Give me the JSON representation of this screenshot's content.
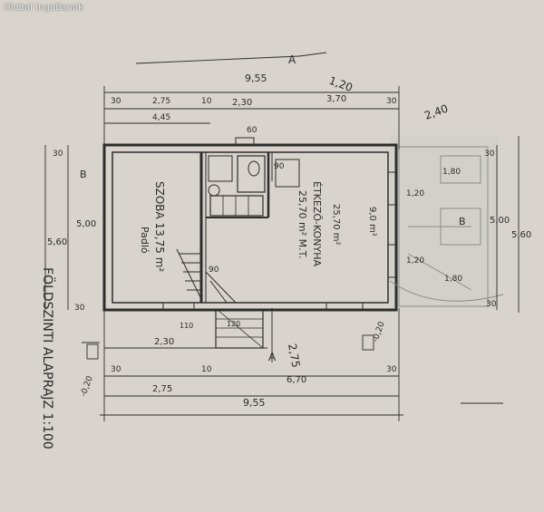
{
  "watermark": "Global Ingatlanok",
  "title": "FÖLDSZINTI ALAPRAJZ 1:100",
  "rooms": {
    "szoba": "SZOBA 13,75 m²",
    "szoba_floor": "Padló",
    "etkezo": "ÉTKEZŐ-KONYHA",
    "etkezo_area": "25,70 m² M.T.",
    "area_mark": "25,70 m²",
    "right_room_area": "9,0 m²"
  },
  "dims": {
    "top_total": "9,55",
    "top_30a": "30",
    "top_275": "2,75",
    "top_10": "10",
    "top_230": "2,30",
    "top_370": "3,70",
    "top_30b": "30",
    "top_445": "4,45",
    "top_60": "60",
    "top_90": "90",
    "left_30": "30",
    "left_500": "5,00",
    "left_560": "5,60",
    "left_30b": "30",
    "right_30": "30",
    "right_500": "5,00",
    "right_560": "5,60",
    "right_30b": "30",
    "right_180a": "1,80",
    "right_180b": "1,80",
    "right_120a": "1,20",
    "right_120b": "1,20",
    "bot_230": "2,30",
    "bot_30": "30",
    "bot_275": "2,75",
    "bot_10": "10",
    "bot_670": "6,70",
    "bot_30b": "30",
    "bot_955": "9,55",
    "bot_90": "90",
    "bot_120": "120",
    "bot_110": "110",
    "level_a": "-0,20",
    "level_b": "-0,20",
    "section_a": "A",
    "section_b": "A",
    "mark_b": "B",
    "mark_b2": "B",
    "pencil_120": "1,20",
    "pencil_240": "2,40",
    "pencil_275": "2,75"
  }
}
